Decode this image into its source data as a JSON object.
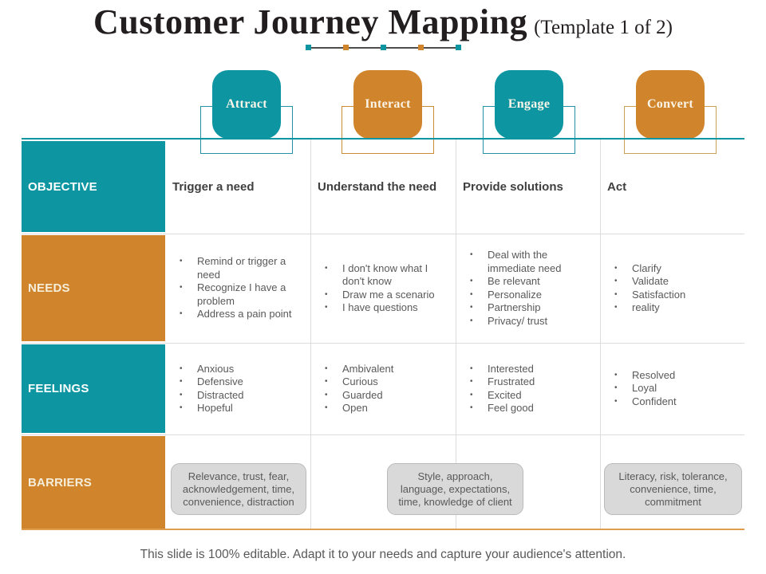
{
  "title": {
    "main": "Customer Journey Mapping",
    "suffix": "(Template 1 of 2)"
  },
  "divider": {
    "colors": [
      "#0d96a2",
      "#d0842b",
      "#0d96a2",
      "#d0842b",
      "#0d96a2"
    ]
  },
  "bullet_char": "•",
  "stages": [
    {
      "label": "Attract",
      "color": "#0d96a2",
      "bracket_color": "#2491a4"
    },
    {
      "label": "Interact",
      "color": "#d0842b",
      "bracket_color": "#c98b33"
    },
    {
      "label": "Engage",
      "color": "#0d96a2",
      "bracket_color": "#2491a4"
    },
    {
      "label": "Convert",
      "color": "#d0842b",
      "bracket_color": "#c9a055"
    }
  ],
  "rows": [
    {
      "label": "OBJECTIVE",
      "style": "teal",
      "kind": "text",
      "cells": [
        "Trigger a need",
        "Understand the need",
        "Provide solutions",
        "Act"
      ]
    },
    {
      "label": "NEEDS",
      "style": "orange",
      "kind": "bullets",
      "cells": [
        [
          "Remind or trigger a need",
          "Recognize I have a problem",
          "Address a pain point"
        ],
        [
          "I don't know what I don't know",
          "Draw me a scenario",
          "I have questions"
        ],
        [
          "Deal with the immediate need",
          "Be relevant",
          "Personalize",
          "Partnership",
          "Privacy/ trust"
        ],
        [
          "Clarify",
          "Validate",
          "Satisfaction",
          "reality"
        ]
      ]
    },
    {
      "label": "FEELINGS",
      "style": "teal",
      "kind": "bullets",
      "cells": [
        [
          "Anxious",
          "Defensive",
          "Distracted",
          "Hopeful"
        ],
        [
          "Ambivalent",
          "Curious",
          "Guarded",
          "Open"
        ],
        [
          "Interested",
          "Frustrated",
          "Excited",
          "Feel good"
        ],
        [
          "Resolved",
          "Loyal",
          "Confident"
        ]
      ]
    },
    {
      "label": "BARRIERS",
      "style": "orange",
      "kind": "boxes",
      "boxes": [
        {
          "text": "Relevance, trust, fear, acknowledgement, time, convenience, distraction",
          "position": "col-1"
        },
        {
          "text": "Style, approach, language, expectations, time, knowledge of client",
          "position": "col-2-3"
        },
        {
          "text": "Literacy, risk, tolerance, convenience, time, commitment",
          "position": "col-4"
        }
      ]
    }
  ],
  "footer": "This slide is 100% editable. Adapt it to your needs and capture your audience's attention.",
  "colors": {
    "teal": "#0d96a2",
    "orange": "#d0842b",
    "grid": "#dcdcdc",
    "bottom_border": "#de9e4d",
    "box_bg": "#d9d9d9",
    "box_border": "#bbbbbb",
    "text_dark": "#3f3f3f",
    "text_gray": "#595959",
    "label_on_teal": "#ffffff",
    "label_on_orange": "#f5eedb"
  }
}
